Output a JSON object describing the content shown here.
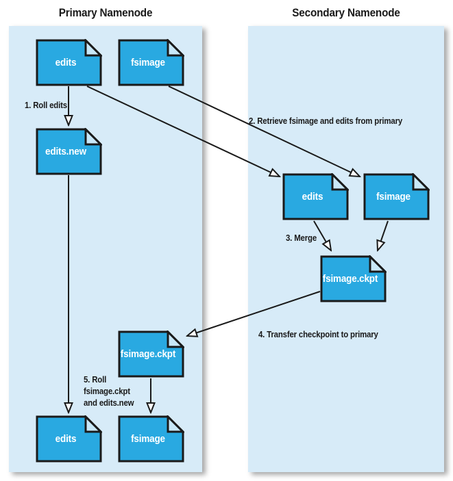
{
  "headers": {
    "primary": "Primary Namenode",
    "secondary": "Secondary Namenode"
  },
  "documents": {
    "primary_edits_top": "edits",
    "primary_fsimage_top": "fsimage",
    "primary_edits_new": "edits.new",
    "primary_fsimage_ckpt": "fsimage.ckpt",
    "primary_edits_bottom": "edits",
    "primary_fsimage_bottom": "fsimage",
    "secondary_edits": "edits",
    "secondary_fsimage": "fsimage",
    "secondary_fsimage_ckpt": "fsimage.ckpt"
  },
  "steps": {
    "step1": "1. Roll edits",
    "step2": "2. Retrieve fsimage and edits from primary",
    "step3": "3. Merge",
    "step4": "4. Transfer checkpoint to primary",
    "step5_line1": "5. Roll",
    "step5_line2": "fsimage.ckpt",
    "step5_line3": "and edits.new"
  },
  "colors": {
    "document_fill": "#29A9E1",
    "document_fold": "#C9E8F8",
    "panel_background": "#D7EBF8",
    "outline": "#1A1A1A",
    "document_label_text": "#FFFFFF",
    "page_background": "#FFFFFF"
  }
}
